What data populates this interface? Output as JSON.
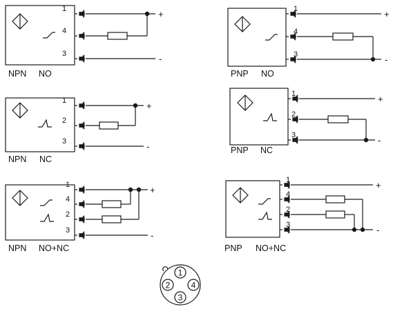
{
  "colors": {
    "ink": "#1a1a1a",
    "background": "#ffffff"
  },
  "diagrams": {
    "npn_no": {
      "type": "NPN",
      "output": "NO",
      "pins": [
        "1",
        "4",
        "3"
      ],
      "plus": "+",
      "minus": "-"
    },
    "pnp_no": {
      "type": "PNP",
      "output": "NO",
      "pins": [
        "1",
        "4",
        "3"
      ],
      "plus": "+",
      "minus": "-"
    },
    "npn_nc": {
      "type": "NPN",
      "output": "NC",
      "pins": [
        "1",
        "2",
        "3"
      ],
      "plus": "+",
      "minus": "-"
    },
    "pnp_nc": {
      "type": "PNP",
      "output": "NC",
      "pins": [
        "1",
        "2",
        "3"
      ],
      "plus": "+",
      "minus": "-"
    },
    "npn_nonc": {
      "type": "NPN",
      "output": "NO+NC",
      "pins": [
        "1",
        "4",
        "2",
        "3"
      ],
      "plus": "+",
      "minus": "-"
    },
    "pnp_nonc": {
      "type": "PNP",
      "output": "NO+NC",
      "pins": [
        "1",
        "4",
        "2",
        "3"
      ],
      "plus": "+",
      "minus": "-"
    }
  },
  "connector": {
    "pins": [
      "1",
      "2",
      "4",
      "3"
    ]
  },
  "icons": [
    "sensor-symbol-icon",
    "switch-contact-icon",
    "connector-arrow-icon",
    "resistor-icon",
    "m12-connector-icon"
  ]
}
